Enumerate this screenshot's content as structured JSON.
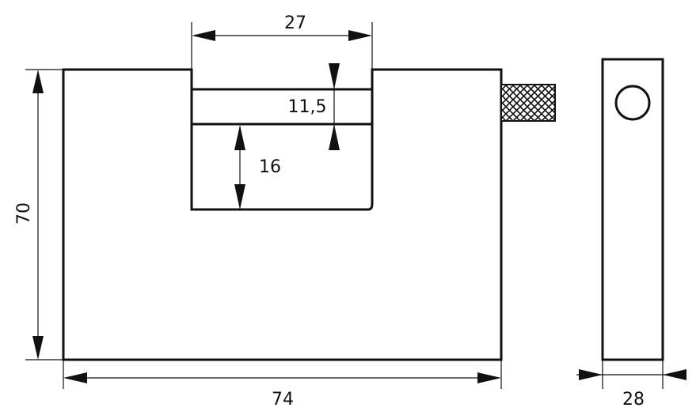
{
  "dimensions": {
    "shackle_width": "27",
    "shackle_thickness": "11,5",
    "shackle_clearance": "16",
    "body_height": "70",
    "body_width": "74",
    "body_depth": "28"
  },
  "colors": {
    "line": "#111111",
    "background": "#ffffff"
  }
}
